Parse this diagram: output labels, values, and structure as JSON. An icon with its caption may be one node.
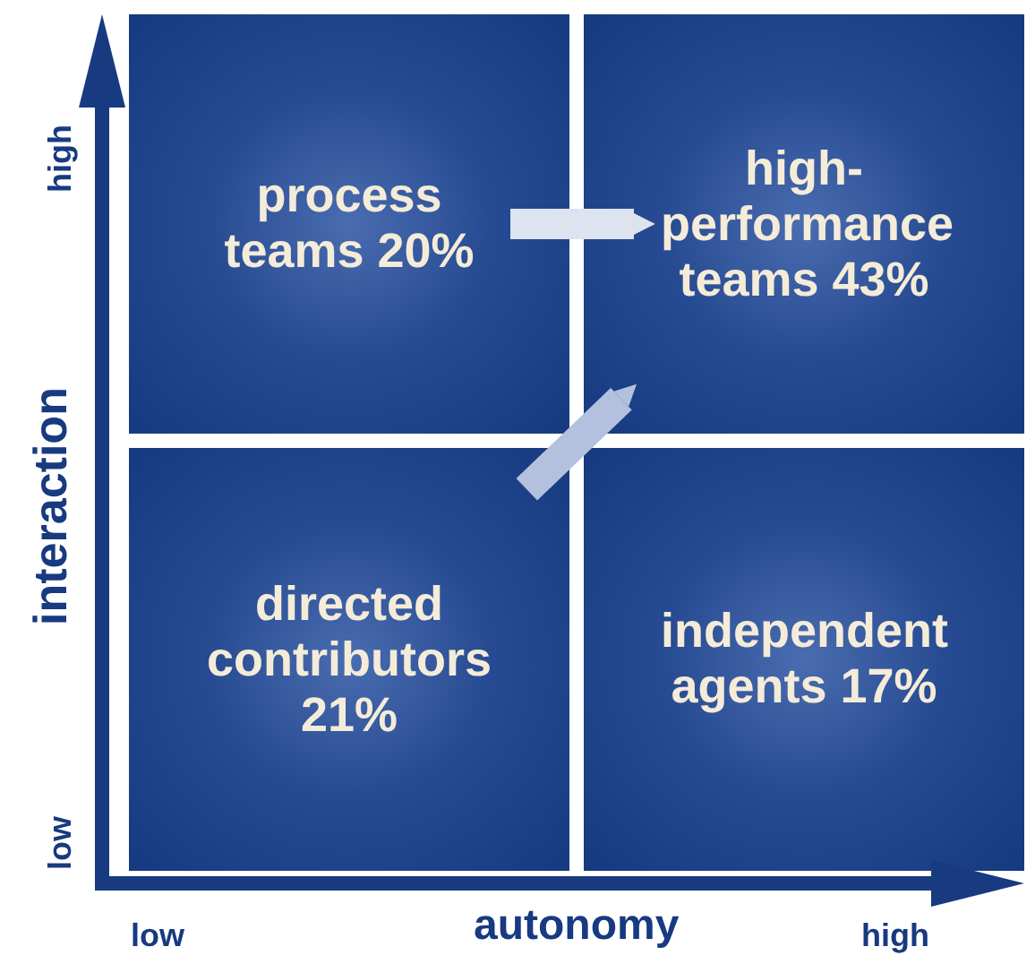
{
  "diagram": {
    "nodes": [
      {
        "text": [
          "process teams 20%"
        ]
      },
      {
        "text": [
          "high-performance teams 43%"
        ]
      },
      {
        "text": [
          "directed contributors 21%"
        ]
      },
      {
        "text": [
          "independent agents 17%"
        ]
      }
    ],
    "edges": [
      {
        "from": 0,
        "to": 1,
        "arrow": "to",
        "color": "#dde3ef"
      },
      {
        "from": 2,
        "to": 1,
        "arrow": "to",
        "color": "#b3c1de"
      }
    ],
    "labels": [
      "high",
      "interaction",
      "low",
      "low",
      "autonomy",
      "high"
    ]
  }
}
